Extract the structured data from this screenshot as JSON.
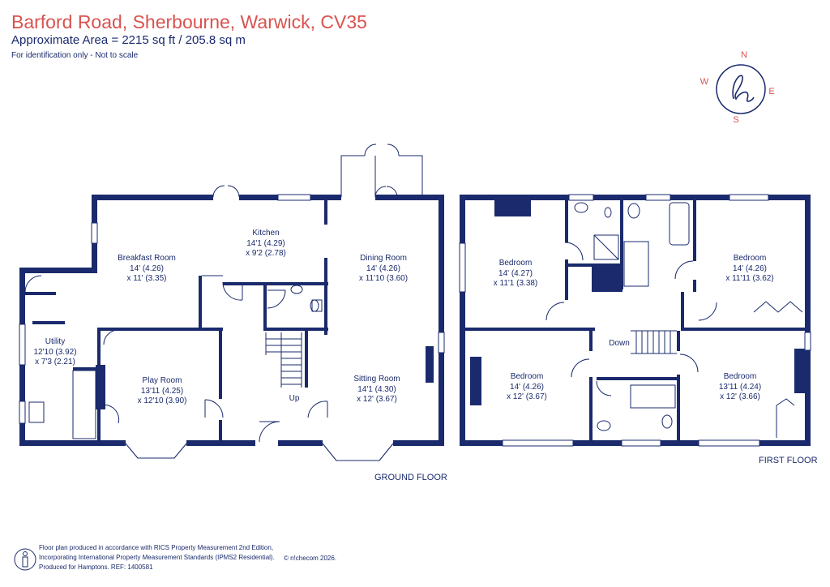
{
  "header": {
    "title": "Barford Road, Sherbourne, Warwick, CV35",
    "area": "Approximate Area = 2215 sq ft / 205.8 sq m",
    "note": "For identification only - Not to scale"
  },
  "compass": {
    "n": "N",
    "s": "S",
    "e": "E",
    "w": "W"
  },
  "ground_floor": {
    "label": "GROUND FLOOR",
    "rooms": [
      {
        "name": "Breakfast Room",
        "dims": [
          "14' (4.26)",
          "x 11' (3.35)"
        ]
      },
      {
        "name": "Kitchen",
        "dims": [
          "14'1 (4.29)",
          "x 9'2 (2.78)"
        ]
      },
      {
        "name": "Dining Room",
        "dims": [
          "14' (4.26)",
          "x 11'10 (3.60)"
        ]
      },
      {
        "name": "Utility",
        "dims": [
          "12'10 (3.92)",
          "x 7'3 (2.21)"
        ]
      },
      {
        "name": "Play Room",
        "dims": [
          "13'11 (4.25)",
          "x 12'10 (3.90)"
        ]
      },
      {
        "name": "Sitting Room",
        "dims": [
          "14'1 (4.30)",
          "x 12' (3.67)"
        ]
      }
    ],
    "stairs_label": "Up"
  },
  "first_floor": {
    "label": "FIRST FLOOR",
    "rooms": [
      {
        "name": "Bedroom",
        "dims": [
          "14' (4.27)",
          "x 11'1 (3.38)"
        ]
      },
      {
        "name": "Bedroom",
        "dims": [
          "14' (4.26)",
          "x 11'11 (3.62)"
        ]
      },
      {
        "name": "Bedroom",
        "dims": [
          "14' (4.26)",
          "x 12' (3.67)"
        ]
      },
      {
        "name": "Bedroom",
        "dims": [
          "13'11 (4.24)",
          "x 12' (3.66)"
        ]
      }
    ],
    "stairs_label": "Down"
  },
  "footer": {
    "lines": [
      "Floor plan produced in accordance with RICS Property Measurement 2nd Edition,",
      "Incorporating International Property Measurement Standards (IPMS2 Residential).",
      "Produced for Hamptons.   REF:  1400581"
    ],
    "copyright": "© n!checom 2026."
  },
  "colors": {
    "title": "#d9534f",
    "ink": "#1a2a6c"
  }
}
